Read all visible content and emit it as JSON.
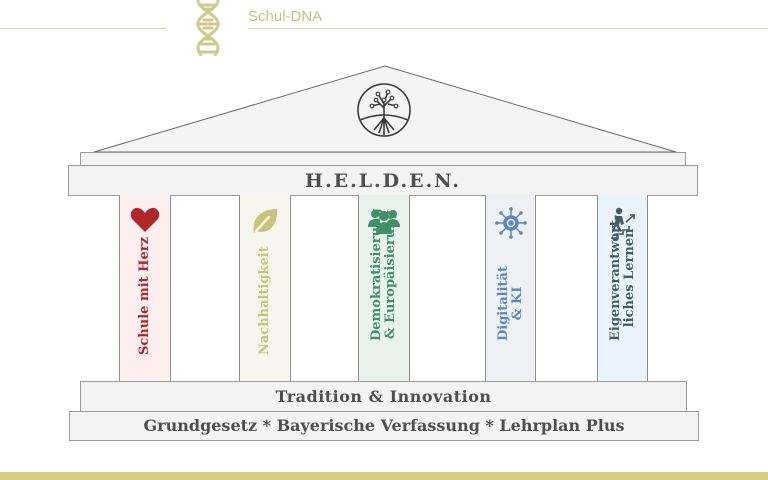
{
  "header": {
    "title": "Schul-DNA",
    "icon": "dna-helix-icon",
    "accent_color": "#c8c47a"
  },
  "temple": {
    "pediment_icon": "tree-of-life-icon",
    "entablature_label": "H.E.L.D.E.N.",
    "columns": [
      {
        "label": "Schule mit Herz",
        "icon": "heart-icon",
        "text_color": "#b0272a",
        "bg_color": "#fdeef0"
      },
      {
        "label": "Nachhaltigkeit",
        "icon": "leaf-icon",
        "text_color": "#c9c47a",
        "bg_color": "#f6f5ee"
      },
      {
        "label": "Demokratisierung\n& Europäisierung",
        "icon": "people-group-icon",
        "text_color": "#3f8f6a",
        "bg_color": "#eaf2ee"
      },
      {
        "label": "Digitalität\n& KI",
        "icon": "ai-network-icon",
        "text_color": "#5b86c4",
        "bg_color": "#eef0f3"
      },
      {
        "label": "Eigenverantwort-\nliches Lernen",
        "icon": "person-climbing-stairs-icon",
        "text_color": "#455a64",
        "bg_color": "#eaf3fc"
      }
    ],
    "upper_base_label": "Tradition & Innovation",
    "lower_base_label": "Grundgesetz * Bayerische Verfassung * Lehrplan Plus"
  },
  "footer": {
    "bar_color": "#d4cd7f"
  }
}
